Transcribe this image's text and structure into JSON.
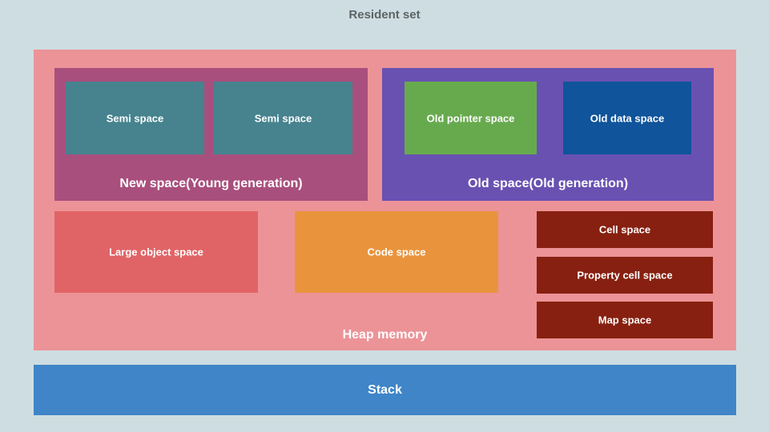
{
  "title": "Resident set",
  "heap": {
    "label": "Heap memory",
    "new_space": {
      "label": "New space(Young generation)",
      "children": [
        "Semi space",
        "Semi space"
      ]
    },
    "old_space": {
      "label": "Old space(Old generation)",
      "children": [
        "Old pointer space",
        "Old data space"
      ]
    },
    "large_object_space": "Large object space",
    "code_space": "Code space",
    "cell_spaces": [
      "Cell space",
      "Property cell space",
      "Map space"
    ]
  },
  "stack": {
    "label": "Stack"
  },
  "colors": {
    "background": "#cedde1",
    "title_text": "#5d6466",
    "heap_memory": "#ec9398",
    "new_space": "#a94f7d",
    "semi_space": "#46838f",
    "old_space": "#6951b2",
    "old_pointer_space": "#67aa4e",
    "old_data_space": "#10549b",
    "large_object_space": "#e06466",
    "code_space": "#e9943d",
    "cell_spaces": "#872010",
    "stack": "#3f85c8",
    "label_text": "#ffffff"
  }
}
